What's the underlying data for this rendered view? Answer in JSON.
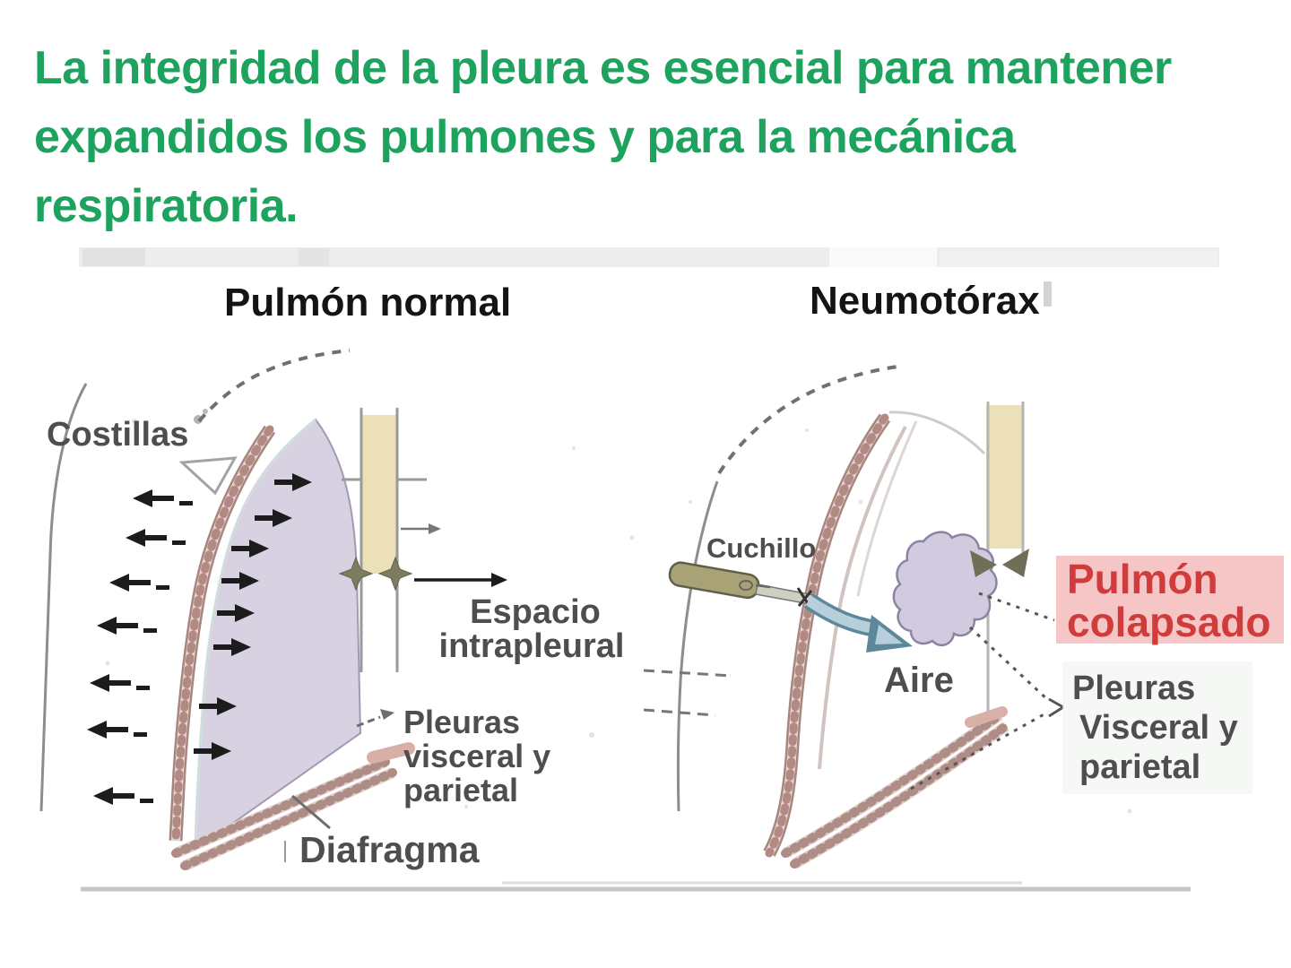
{
  "title": {
    "lines": [
      "La integridad de la pleura es esencial para mantener",
      "expandidos los pulmones y para la mecánica",
      "respiratoria."
    ]
  },
  "figure": {
    "left": {
      "heading": "Pulmón normal",
      "labels": {
        "costillas": "Costillas",
        "espacio": [
          "Espacio",
          "intrapleural"
        ],
        "pleuras": [
          "Pleuras",
          "visceral y",
          "parietal"
        ],
        "diafragma": "Diafragma"
      }
    },
    "right": {
      "heading": "Neumotórax",
      "labels": {
        "cuchillo": "Cuchillo",
        "aire": "Aire",
        "pulmon_colapsado": [
          "Pulmón",
          "colapsado"
        ],
        "pleuras": [
          "Pleuras",
          "Visceral y",
          "parietal"
        ]
      }
    },
    "icons": {
      "inward_arrows": "black arrows showing lung elastic recoil inward",
      "outward_arrows": "black arrows showing chest wall recoil outward",
      "air_arrow": "blue arrow showing air entering pleural space",
      "pleural_stars": "star marks at intrapleural space"
    }
  },
  "colors": {
    "title_green": "#1ea35f",
    "header_black": "#141414",
    "label_grey": "#4e4e4e",
    "red_label": "#d03c3c",
    "red_label_bg": "#f5c6c5",
    "lung_lavender": "#d7d1e1",
    "tan_band": "#ece0b8",
    "rib_brown": "#b18a84",
    "air_arrow_fill": "#b7cfdb",
    "air_arrow_stroke": "#5d879b",
    "baseline_grey": "#c6c6c6",
    "band_grey": "#ededed",
    "arrow_black": "#1c1c1c",
    "star_olive": "#7c7c60"
  }
}
